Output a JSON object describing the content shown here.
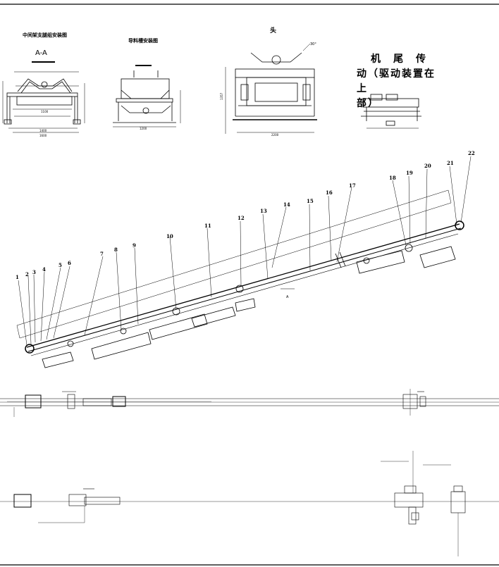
{
  "views": {
    "mid_bracket_title": "中间架支腿组安装图",
    "section_label": "A-A",
    "guide_chute_title": "导料槽安装图",
    "head_title": "头",
    "tail_drive_note_line1": "机尾传",
    "tail_drive_note_line2": "动（驱动装置在上",
    "tail_drive_note_line3": "部）"
  },
  "callouts": [
    "1",
    "2",
    "3",
    "4",
    "5",
    "6",
    "7",
    "8",
    "9",
    "10",
    "11",
    "12",
    "13",
    "14",
    "15",
    "16",
    "17",
    "18",
    "19",
    "20",
    "21",
    "22"
  ],
  "section_marker": "A",
  "dims": {
    "width_a": "1400",
    "width_b": "1600",
    "inner_a": "1100",
    "guide_w": "1200",
    "head_w": "2200",
    "head_h": "1357",
    "angle": "30°"
  }
}
